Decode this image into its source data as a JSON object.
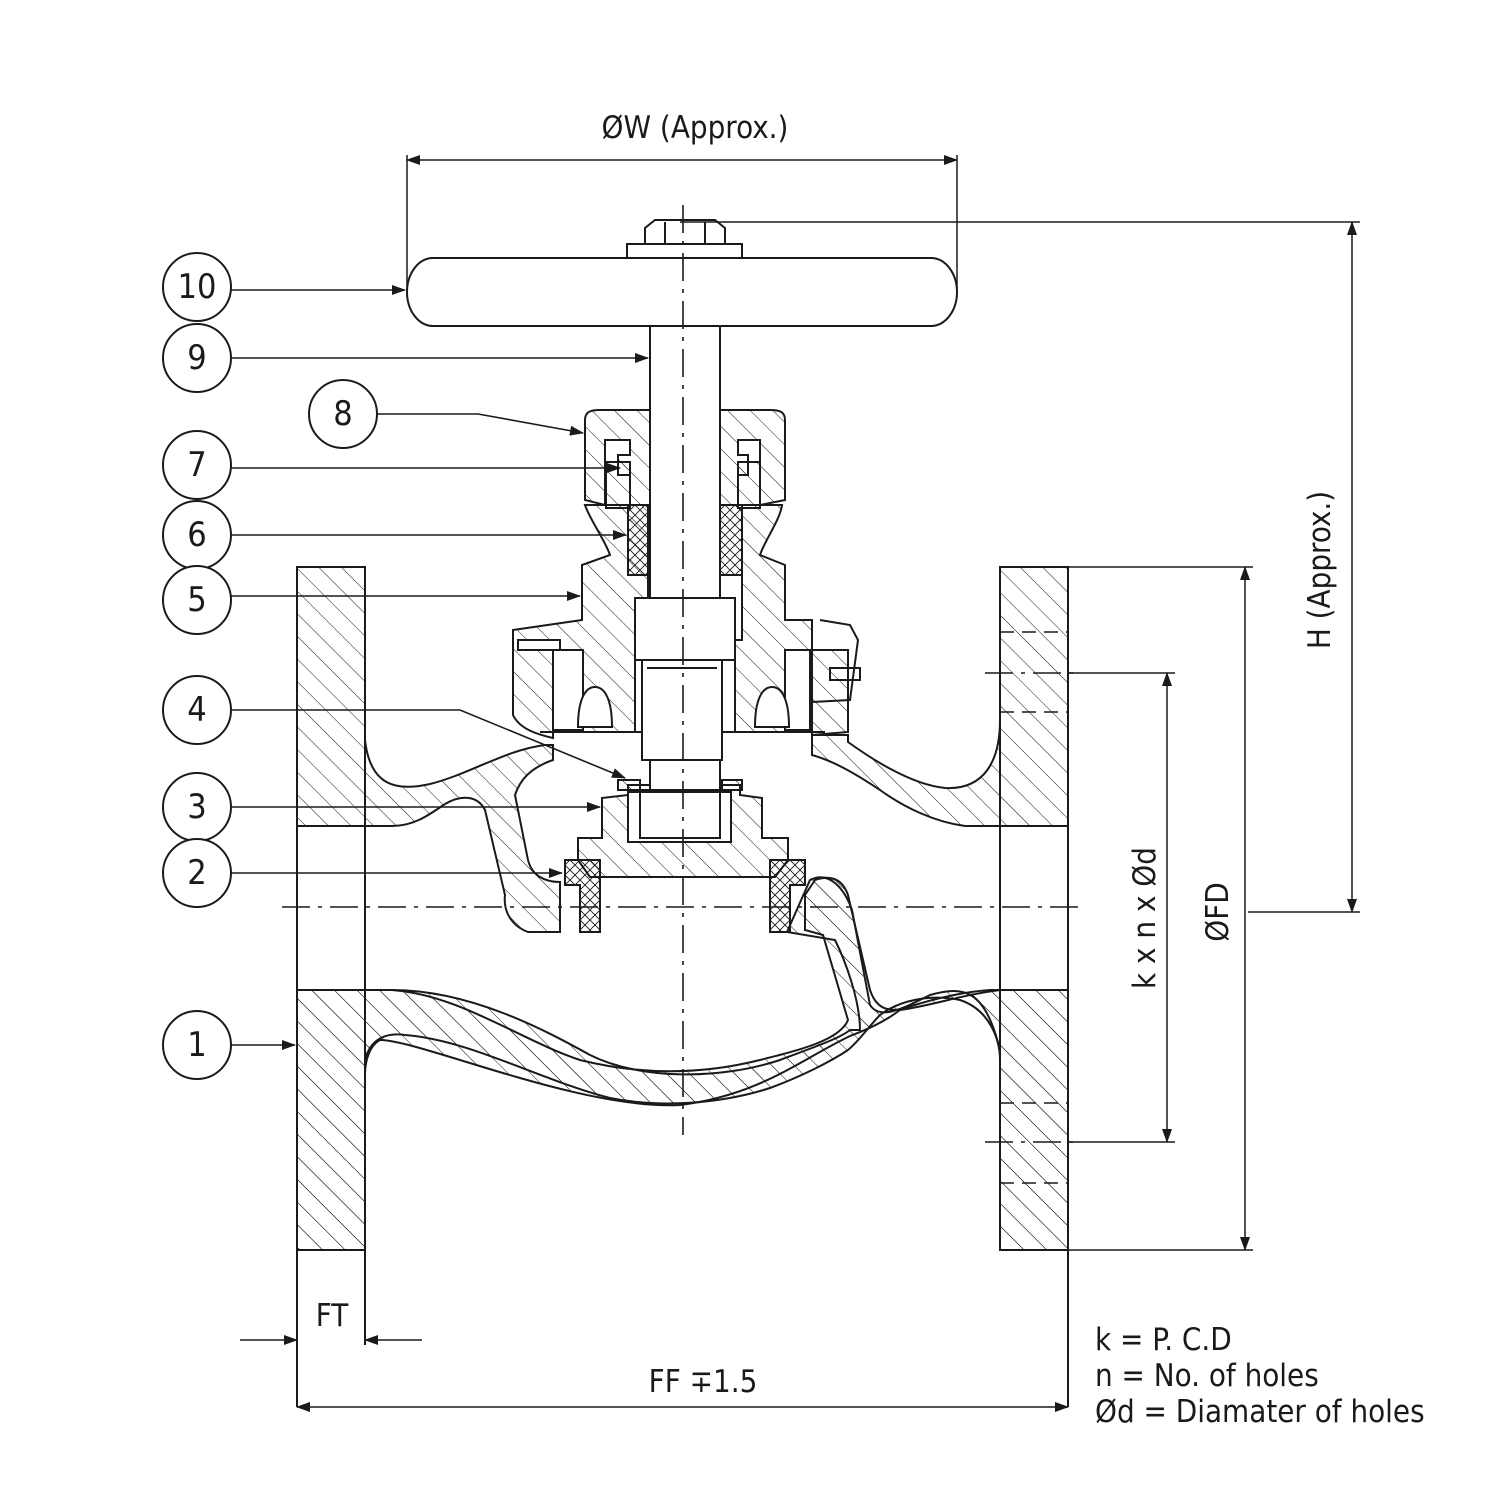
{
  "dimensions": {
    "handwheel_diameter": "ØW (Approx.)",
    "height": "H (Approx.)",
    "flange_diameter": "ØFD",
    "bolt_holes": "k x n x Ød",
    "flange_thickness": "FT",
    "face_to_face": "FF ∓1.5"
  },
  "legend": [
    "k = P. C.D",
    "n = No. of holes",
    "Ød = Diamater of holes"
  ],
  "callouts": [
    "1",
    "2",
    "3",
    "4",
    "5",
    "6",
    "7",
    "8",
    "9",
    "10"
  ]
}
